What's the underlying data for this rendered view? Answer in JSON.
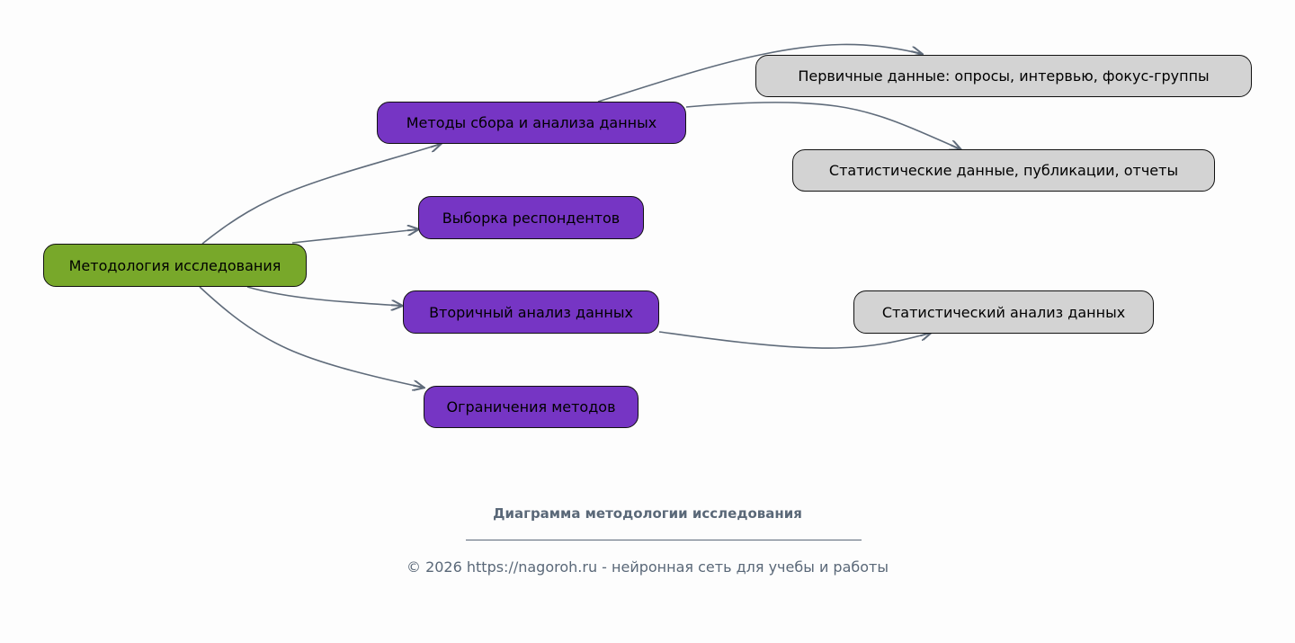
{
  "diagram": {
    "root": "Методология исследования",
    "branches": [
      "Методы сбора и анализа данных",
      "Выборка респондентов",
      "Вторичный анализ данных",
      "Ограничения методов"
    ],
    "leaves": [
      "Первичные данные: опросы, интервью, фокус-группы",
      "Статистические данные, публикации, отчеты",
      "Статистический анализ данных"
    ],
    "colors": {
      "root": "#78a82a",
      "branch": "#7635c4",
      "leaf": "#d3d3d3",
      "edge": "#5f6b7a"
    }
  },
  "footer": {
    "title": "Диаграмма методологии исследования",
    "copyright": "© 2026 https://nagoroh.ru - нейронная сеть для учебы и работы"
  }
}
